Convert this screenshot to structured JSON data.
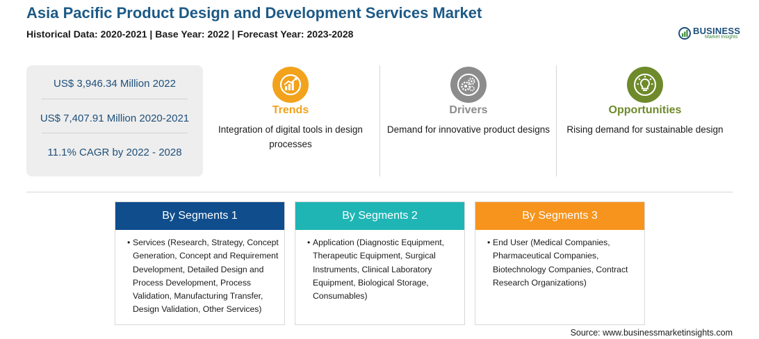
{
  "header": {
    "title": "Asia Pacific Product Design and Development Services Market",
    "subtitle": "Historical Data: 2020-2021 | Base Year: 2022 | Forecast Year: 2023-2028"
  },
  "logo": {
    "word": "BUSINESS",
    "sub": "Market Insights"
  },
  "stats": [
    "US$ 3,946.34 Million 2022",
    "US$ 7,407.91 Million 2020-2021",
    "11.1% CAGR by 2022 - 2028"
  ],
  "factors": [
    {
      "label": "Trends",
      "text": "Integration of digital tools in design processes",
      "icon": "rising-chart-icon",
      "color": "#f2a21b"
    },
    {
      "label": "Drivers",
      "text": "Demand for innovative product designs",
      "icon": "gears-icon",
      "color": "#8c8c8c"
    },
    {
      "label": "Opportunities",
      "text": "Rising demand for sustainable design",
      "icon": "lightbulb-icon",
      "color": "#6e8a2a"
    }
  ],
  "segments": [
    {
      "title": "By Segments 1",
      "color": "#0f4d8c",
      "text": "Services (Research, Strategy, Concept Generation, Concept and Requirement Development, Detailed Design and Process Development, Process Validation, Manufacturing Transfer, Design Validation, Other Services)"
    },
    {
      "title": "By Segments 2",
      "color": "#1fb5b5",
      "text": "Application (Diagnostic Equipment, Therapeutic Equipment, Surgical Instruments, Clinical Laboratory Equipment, Biological Storage, Consumables)"
    },
    {
      "title": "By Segments 3",
      "color": "#f7941d",
      "text": "End User (Medical Companies, Pharmaceutical Companies, Biotechnology Companies, Contract Research Organizations)"
    }
  ],
  "source": "Source: www.businessmarketinsights.com"
}
